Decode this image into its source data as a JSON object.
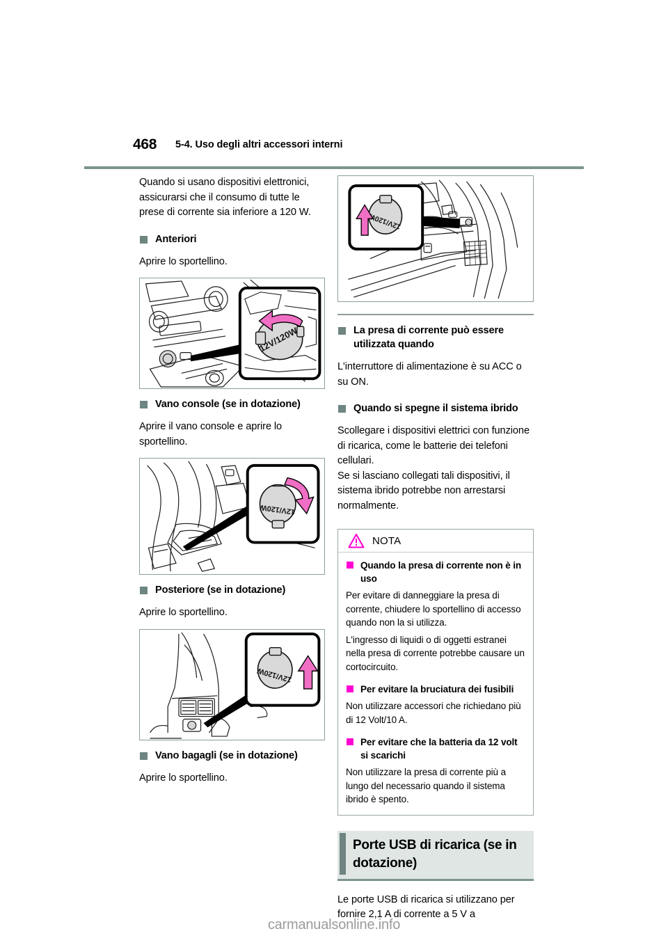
{
  "header": {
    "page_number": "468",
    "title": "5-4. Uso degli altri accessori interni"
  },
  "left_column": {
    "intro_paragraph": "Quando si usano dispositivi elettronici, assicurarsi che il consumo di tutte le prese di corrente sia inferiore a 120 W.",
    "sections": [
      {
        "heading": "Anteriori",
        "text": "Aprire lo sportellino.",
        "figure_label": "front-power-outlet-illustration",
        "figure_outlet_label": "12V/120W"
      },
      {
        "heading": "Vano console (se in dotazione)",
        "text": "Aprire il vano console e aprire lo sportellino.",
        "figure_label": "console-box-power-outlet-illustration",
        "figure_outlet_label": "12V/120W"
      },
      {
        "heading": "Posteriore (se in dotazione)",
        "text": "Aprire lo sportellino.",
        "figure_label": "rear-power-outlet-illustration",
        "figure_outlet_label": "12V/120W"
      },
      {
        "heading": "Vano bagagli (se in dotazione)",
        "text": "Aprire lo sportellino.",
        "figure_label": "luggage-compartment-outlet-illustration"
      }
    ]
  },
  "right_column": {
    "figure_label": "luggage-compartment-power-outlet-illustration",
    "figure_outlet_label": "12V/120W",
    "sections": [
      {
        "heading": "La presa di corrente può essere utilizzata quando",
        "text": "L'interruttore di alimentazione è su ACC o su ON."
      },
      {
        "heading": "Quando si spegne il sistema ibrido",
        "text": "Scollegare i dispositivi elettrici con funzione di ricarica, come le batterie dei telefoni cellulari.",
        "text2": "Se si lasciano collegati tali dispositivi, il sistema ibrido potrebbe non arrestarsi normalmente."
      }
    ],
    "nota": {
      "title": "NOTA",
      "icon": "warning-triangle-icon",
      "items": [
        {
          "heading": "Quando la presa di corrente non è in uso",
          "text": "Per evitare di danneggiare la presa di corrente, chiudere lo sportellino di accesso quando non la si utilizza.",
          "text2": "L'ingresso di liquidi o di oggetti estranei nella presa di corrente potrebbe causare un cortocircuito."
        },
        {
          "heading": "Per evitare la bruciatura dei fusibili",
          "text": "Non utilizzare accessori che richiedano più di 12 Volt/10 A."
        },
        {
          "heading": "Per evitare che la batteria da 12 volt si scarichi",
          "text": "Non utilizzare la presa di corrente più a lungo del necessario quando il sistema ibrido è spento."
        }
      ]
    },
    "section_heading": "Porte USB di ricarica (se in dotazione)",
    "section_text": "Le porte USB di ricarica si utilizzano per fornire 2,1 A di corrente a 5 V a"
  },
  "footer": {
    "watermark": "carmanualsonline.info"
  },
  "colors": {
    "accent_green": "#6e8581",
    "rule_green": "#7d9490",
    "heading_bg": "#dfe6e4",
    "warning_pink": "#ff00d4",
    "figure_border": "#8d9e9b"
  }
}
